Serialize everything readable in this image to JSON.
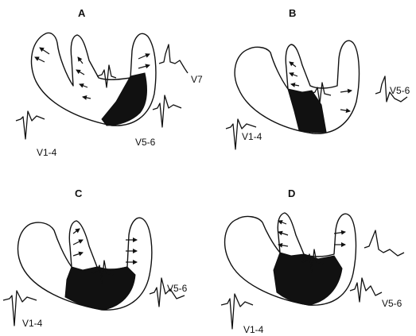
{
  "panels": [
    {
      "letter": "A",
      "leads": [
        "V1-4",
        "V5-6",
        "V7"
      ]
    },
    {
      "letter": "B",
      "leads": [
        "V1-4",
        "V5-6"
      ]
    },
    {
      "letter": "C",
      "leads": [
        "V1-4",
        "V5-6"
      ]
    },
    {
      "letter": "D",
      "leads": [
        "V1-4",
        "V5-6"
      ]
    }
  ]
}
